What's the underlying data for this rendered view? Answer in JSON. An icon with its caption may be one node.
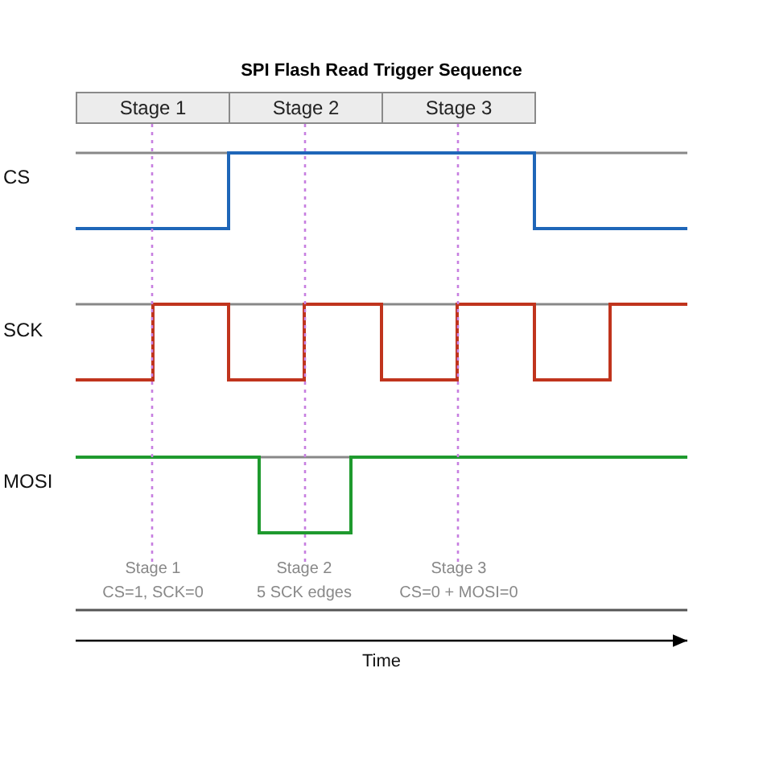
{
  "diagram": {
    "title": "SPI Flash Read Trigger Sequence",
    "nodes": [
      {
        "text": [
          "Stage 1"
        ]
      },
      {
        "text": [
          "Stage 2"
        ]
      },
      {
        "text": [
          "Stage 3"
        ]
      },
      {
        "text": [
          "Stage 1",
          "CS=1, SCK=0"
        ]
      },
      {
        "text": [
          "Stage 2",
          "5 SCK edges"
        ]
      },
      {
        "text": [
          "Stage 3",
          "CS=0 + MOSI=0"
        ]
      }
    ],
    "edges": [
      {
        "from": 0,
        "to": 3,
        "arrow": "none",
        "style": "dashed",
        "color": "#c77fe0"
      },
      {
        "from": 1,
        "to": 4,
        "arrow": "none",
        "style": "dashed",
        "color": "#c77fe0"
      },
      {
        "from": 2,
        "to": 5,
        "arrow": "none",
        "style": "dashed",
        "color": "#c77fe0"
      }
    ],
    "labels": [
      "CS",
      "SCK",
      "MOSI",
      "Time"
    ]
  }
}
